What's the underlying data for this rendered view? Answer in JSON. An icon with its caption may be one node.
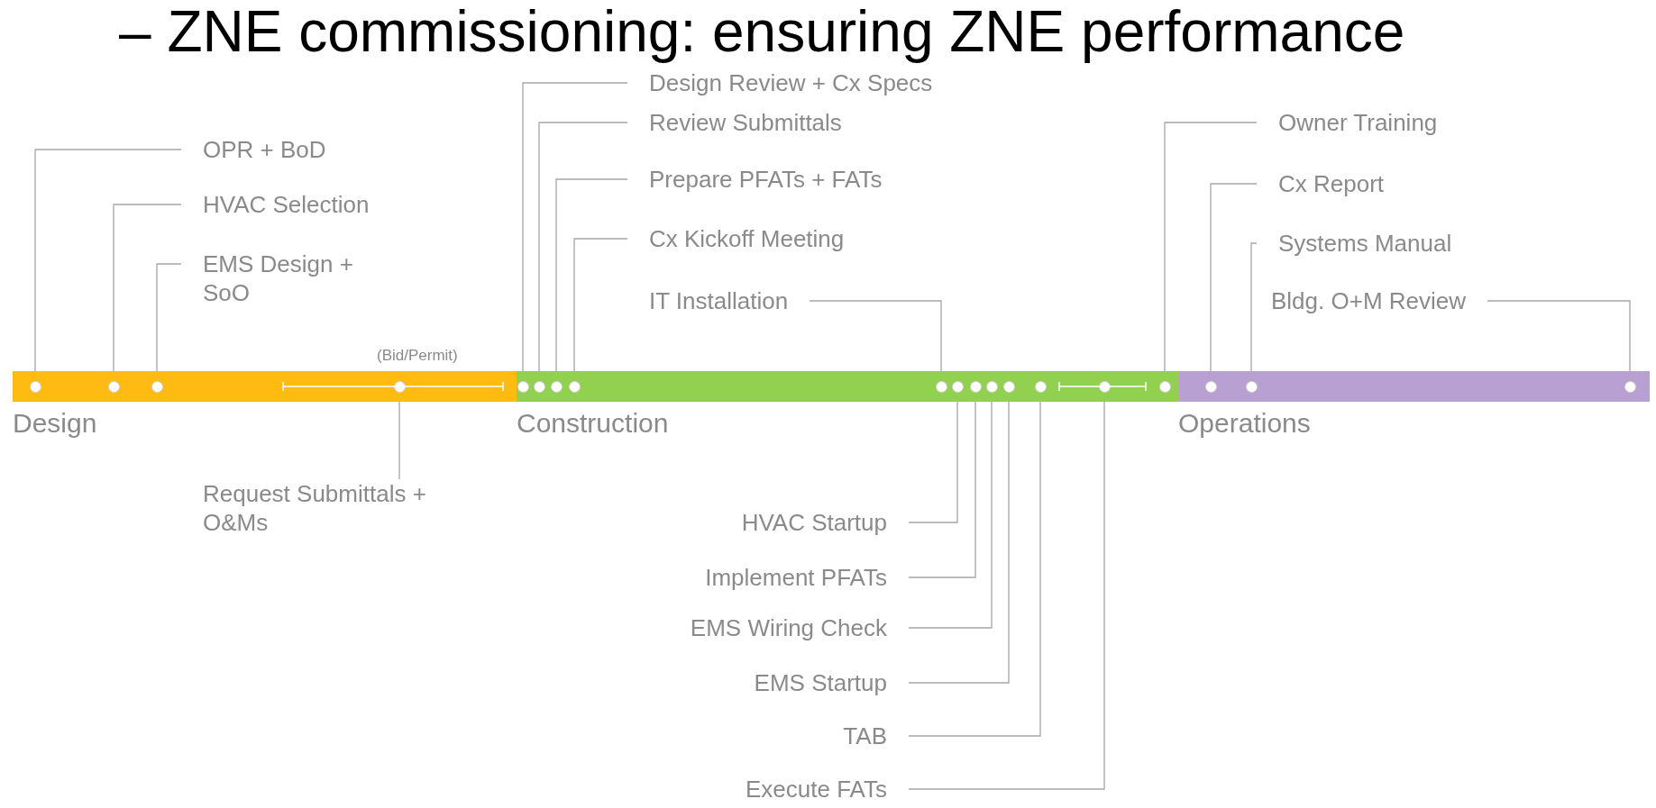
{
  "diagram": {
    "title": "– ZNE commissioning: ensuring ZNE performance",
    "nodes": [
      {
        "text": [
          "Design"
        ]
      },
      {
        "text": [
          "Construction"
        ]
      },
      {
        "text": [
          "Operations"
        ]
      },
      {
        "text": [
          "OPR + BoD"
        ]
      },
      {
        "text": [
          "HVAC Selection"
        ]
      },
      {
        "text": [
          "EMS Design + SoO"
        ]
      },
      {
        "text": [
          "Design Review + Cx Specs"
        ]
      },
      {
        "text": [
          "Review Submittals"
        ]
      },
      {
        "text": [
          "Prepare PFATs + FATs"
        ]
      },
      {
        "text": [
          "Cx Kickoff Meeting"
        ]
      },
      {
        "text": [
          "IT Installation"
        ]
      },
      {
        "text": [
          "Owner Training"
        ]
      },
      {
        "text": [
          "Cx Report"
        ]
      },
      {
        "text": [
          "Systems Manual"
        ]
      },
      {
        "text": [
          "Bldg. O+M Review"
        ]
      },
      {
        "text": [
          "Request Submittals + O&Ms"
        ]
      },
      {
        "text": [
          "HVAC Startup"
        ]
      },
      {
        "text": [
          "Implement PFATs"
        ]
      },
      {
        "text": [
          "EMS Wiring Check"
        ]
      },
      {
        "text": [
          "EMS Startup"
        ]
      },
      {
        "text": [
          "TAB"
        ]
      },
      {
        "text": [
          "Execute FATs"
        ]
      },
      {
        "text": [],
        "shape": "circle",
        "in": 0
      },
      {
        "text": [],
        "shape": "circle",
        "in": 0
      },
      {
        "text": [],
        "shape": "circle",
        "in": 0
      },
      {
        "text": [],
        "shape": "circle",
        "in": 0
      },
      {
        "text": [],
        "shape": "circle",
        "in": 1
      },
      {
        "text": [],
        "shape": "circle",
        "in": 1
      },
      {
        "text": [],
        "shape": "circle",
        "in": 1
      },
      {
        "text": [],
        "shape": "circle",
        "in": 1
      },
      {
        "text": [],
        "shape": "circle",
        "in": 1
      },
      {
        "text": [],
        "shape": "circle",
        "in": 1
      },
      {
        "text": [],
        "shape": "circle",
        "in": 1
      },
      {
        "text": [],
        "shape": "circle",
        "in": 1
      },
      {
        "text": [],
        "shape": "circle",
        "in": 1
      },
      {
        "text": [],
        "shape": "circle",
        "in": 1
      },
      {
        "text": [],
        "shape": "circle",
        "in": 1
      },
      {
        "text": [],
        "shape": "circle",
        "in": 1
      },
      {
        "text": [],
        "shape": "circle",
        "in": 2
      },
      {
        "text": [],
        "shape": "circle",
        "in": 2
      },
      {
        "text": [],
        "shape": "circle",
        "in": 2
      }
    ],
    "edges": [
      {
        "from": 3,
        "to": 22,
        "arrow": "none"
      },
      {
        "from": 4,
        "to": 23,
        "arrow": "none"
      },
      {
        "from": 5,
        "to": 24,
        "arrow": "none"
      },
      {
        "from": 6,
        "to": 26,
        "arrow": "none"
      },
      {
        "from": 7,
        "to": 27,
        "arrow": "none"
      },
      {
        "from": 8,
        "to": 28,
        "arrow": "none"
      },
      {
        "from": 9,
        "to": 29,
        "arrow": "none"
      },
      {
        "from": 10,
        "to": 30,
        "arrow": "none"
      },
      {
        "from": 11,
        "to": 37,
        "arrow": "none"
      },
      {
        "from": 12,
        "to": 38,
        "arrow": "none"
      },
      {
        "from": 13,
        "to": 39,
        "arrow": "none"
      },
      {
        "from": 14,
        "to": 40,
        "arrow": "none"
      },
      {
        "from": 15,
        "to": 25,
        "arrow": "none"
      },
      {
        "from": 16,
        "to": 31,
        "arrow": "none"
      },
      {
        "from": 17,
        "to": 32,
        "arrow": "none"
      },
      {
        "from": 18,
        "to": 33,
        "arrow": "none"
      },
      {
        "from": 19,
        "to": 34,
        "arrow": "none"
      },
      {
        "from": 20,
        "to": 35,
        "arrow": "none"
      },
      {
        "from": 21,
        "to": 36,
        "arrow": "none"
      }
    ],
    "labels": [
      "(Bid/Permit)"
    ]
  }
}
